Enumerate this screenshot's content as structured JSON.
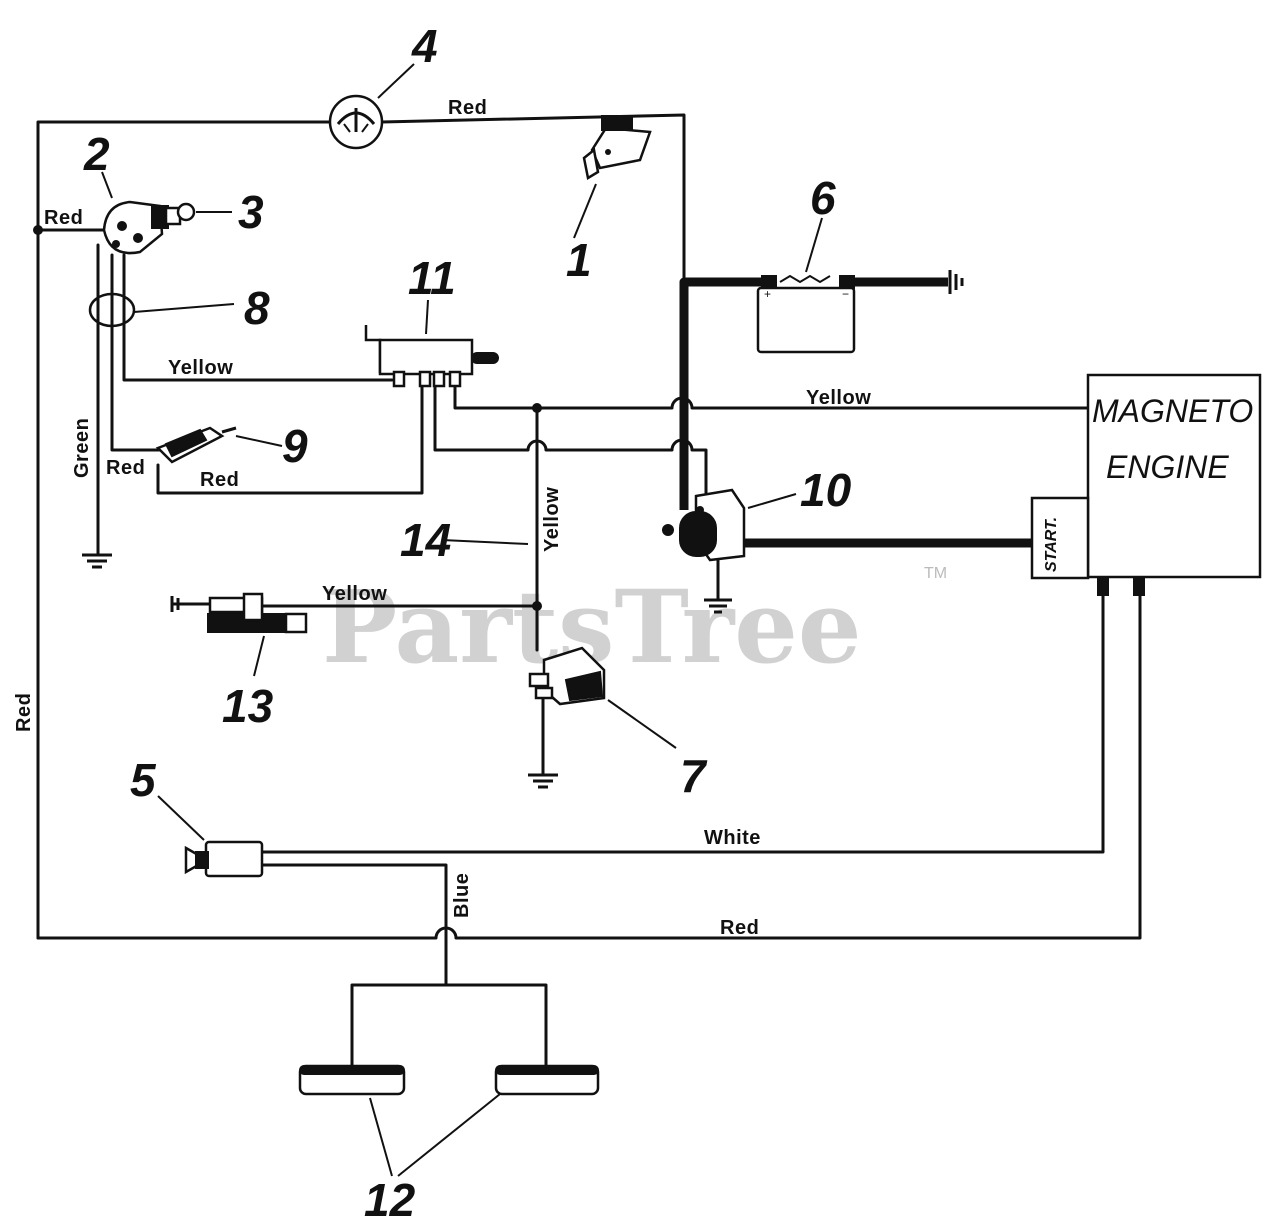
{
  "diagram": {
    "wire_labels": {
      "top_red": "Red",
      "switch_red": "Red",
      "green": "Green",
      "yellow_to_11": "Yellow",
      "red_to_9": "Red",
      "red_9_bottom": "Red",
      "yellow_to_magneto": "Yellow",
      "yellow_14": "Yellow",
      "yellow_13": "Yellow",
      "red_left": "Red",
      "white": "White",
      "blue": "Blue",
      "red_bottom": "Red"
    },
    "callouts": [
      "1",
      "2",
      "3",
      "4",
      "5",
      "6",
      "7",
      "8",
      "9",
      "10",
      "11",
      "12",
      "13",
      "14"
    ],
    "engine": {
      "line1": "MAGNETO",
      "line2": "ENGINE",
      "start": "START."
    },
    "watermark": {
      "text": "PartsTree",
      "tm": "TM"
    }
  }
}
